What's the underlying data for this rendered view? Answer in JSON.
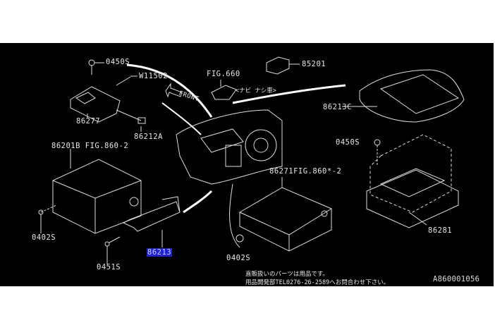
{
  "diagram": {
    "labels": {
      "screw_0450s_top": "0450S",
      "w11502": "W11502",
      "fig660": "FIG.660",
      "navi_note": "<ナビ ナシ車>",
      "p85201": "85201",
      "p86277": "86277",
      "p86212a": "86212A",
      "front": "FRONT",
      "p86213c": "86213C",
      "screw_0450s_right": "0450S",
      "p86201b": "86201B FIG.860-2",
      "p86271": "86271FIG.860*-2",
      "screw_0402s_left": "0402S",
      "p86213": "86213",
      "screw_0451s": "0451S",
      "screw_0402s_mid": "0402S",
      "p86281": "86281"
    },
    "notes": [
      "直販扱いのパーツは用品です。",
      "用品開発部TEL0276-26-2589へお問合わせ下さい。"
    ],
    "ref_code": "A860001056",
    "highlight_color": "#1f1fd6"
  }
}
